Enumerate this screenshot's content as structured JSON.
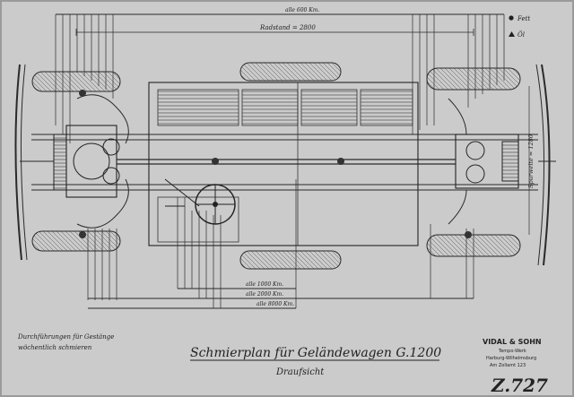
{
  "title": "Schmierplan für Geländewagen G.1200",
  "subtitle": "Draufsicht",
  "drawing_number": "Z.727",
  "legend": {
    "fett": "Fett",
    "oel": "Öl"
  },
  "interval_labels": {
    "top": "alle 600 Km.",
    "mid1": "alle 1000 Km.",
    "mid2": "alle 2000 Km.",
    "mid3": "alle 8000 Km."
  },
  "dimensions": {
    "radstand": "Radstand = 2800",
    "spurweite": "Spurweite = 1280"
  },
  "note_lines": [
    "Durchführungen für Gestänge",
    "wöchentlich schmieren"
  ],
  "maker": {
    "name": "VIDAL & SOHN",
    "line1": "Tempo-Werk",
    "line2": "Harburg-Wilhelmsburg",
    "line3": "Am Zollamt 123"
  }
}
